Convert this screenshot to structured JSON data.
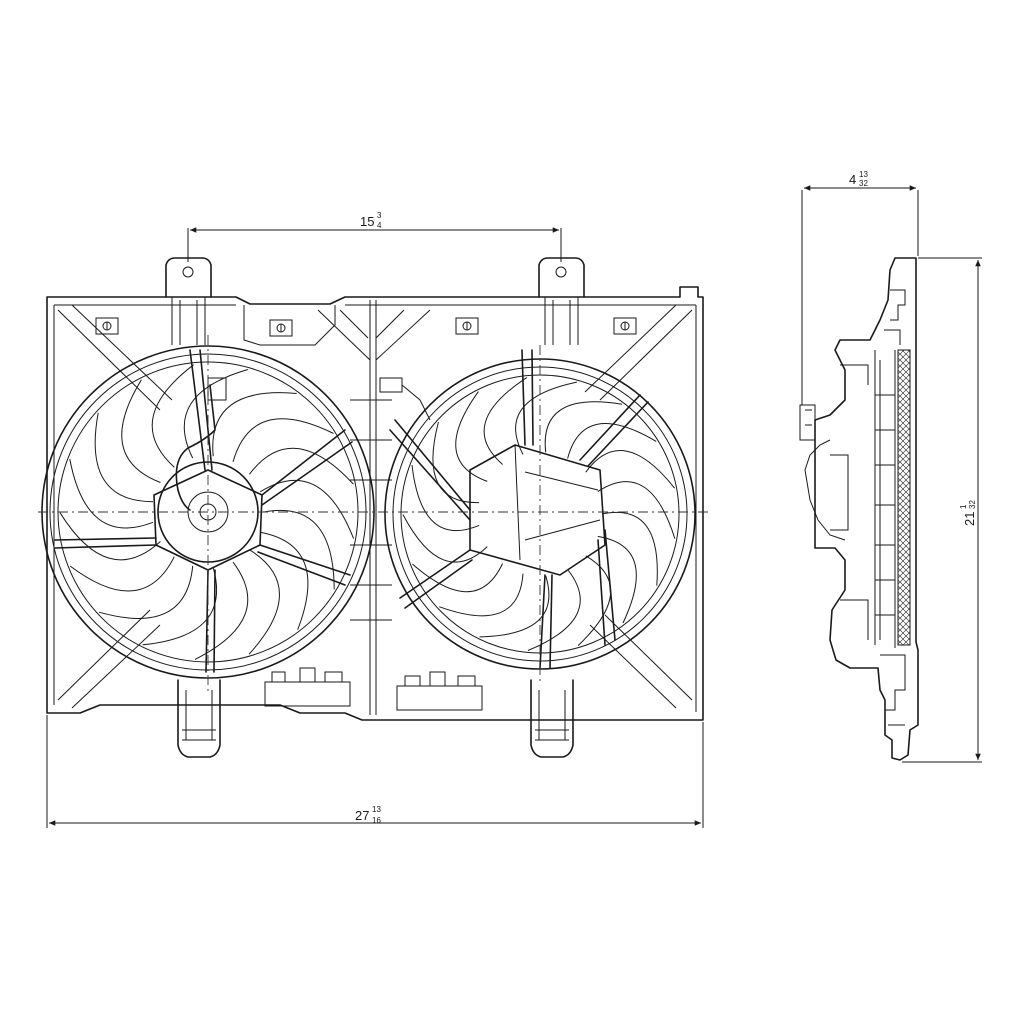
{
  "dimensions": {
    "mount_spacing": {
      "whole": "15",
      "num": "3",
      "den": "4"
    },
    "overall_width": {
      "whole": "27",
      "num": "13",
      "den": "16"
    },
    "depth": {
      "whole": "4",
      "num": "13",
      "den": "32"
    },
    "height": {
      "whole": "21",
      "num": "1",
      "den": "32"
    }
  }
}
